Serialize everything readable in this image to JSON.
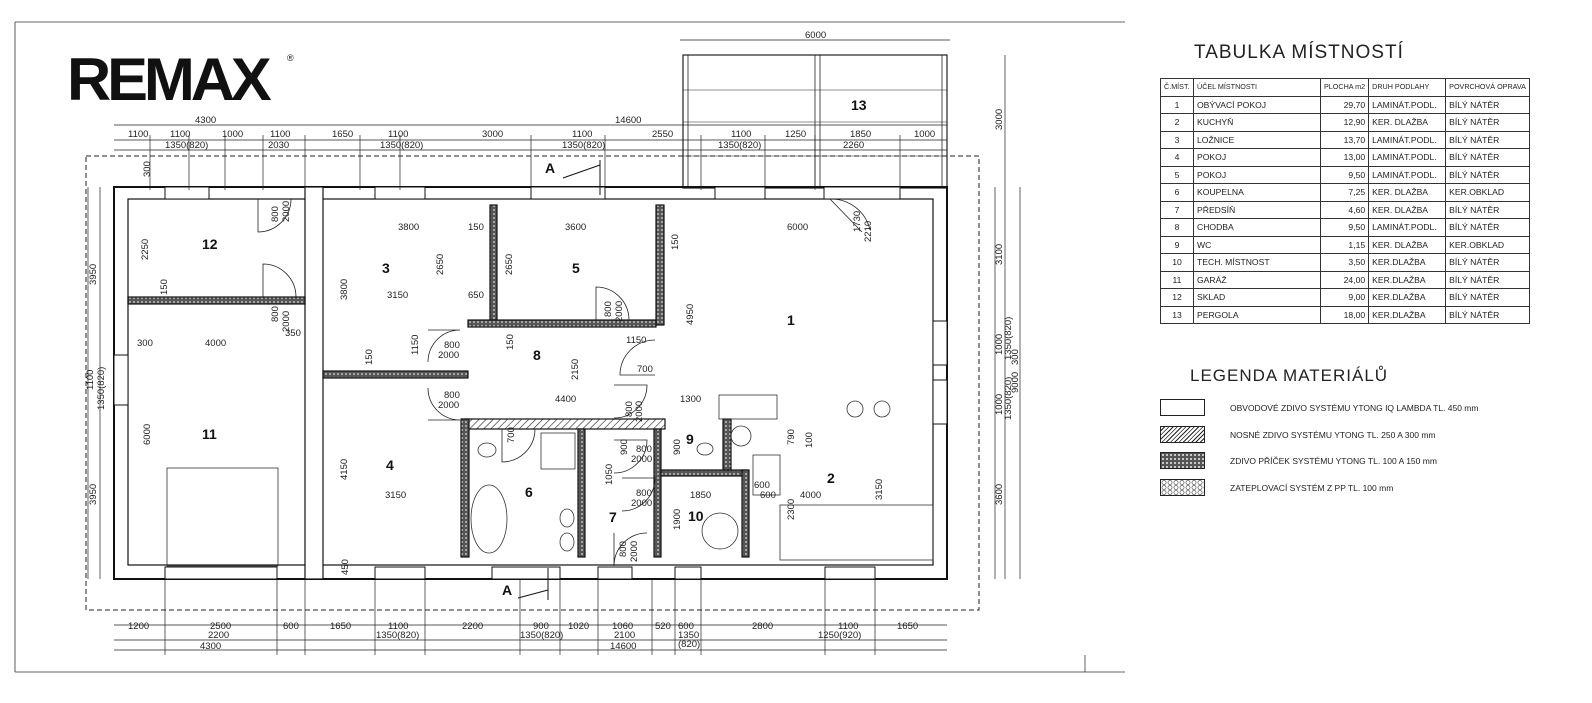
{
  "brand": "RE/MAX",
  "logo": {
    "text": "REMAX",
    "mark": "®"
  },
  "section_marker": {
    "label": "A"
  },
  "table": {
    "title": "TABULKA MÍSTNOSTÍ",
    "headers": [
      "Č.MÍST.",
      "ÚČEL MÍSTNOSTI",
      "PLOCHA m2",
      "DRUH PODLAHY",
      "POVRCHOVÁ OPRAVA"
    ],
    "rows": [
      [
        "1",
        "OBÝVACÍ POKOJ",
        "29,70",
        "LAMINÁT.PODL.",
        "BÍLÝ NÁTĚR"
      ],
      [
        "2",
        "KUCHYŇ",
        "12,90",
        "KER. DLAŽBA",
        "BÍLÝ NÁTĚR"
      ],
      [
        "3",
        "LOŽNICE",
        "13,70",
        "LAMINÁT.PODL.",
        "BÍLÝ NÁTĚR"
      ],
      [
        "4",
        "POKOJ",
        "13,00",
        "LAMINÁT.PODL.",
        "BÍLÝ NÁTĚR"
      ],
      [
        "5",
        "POKOJ",
        "9,50",
        "LAMINÁT.PODL.",
        "BÍLÝ NÁTĚR"
      ],
      [
        "6",
        "KOUPELNA",
        "7,25",
        "KER. DLAŽBA",
        "KER.OBKLAD"
      ],
      [
        "7",
        "PŘEDSÍŇ",
        "4,60",
        "KER. DLAŽBA",
        "BÍLÝ NÁTĚR"
      ],
      [
        "8",
        "CHODBA",
        "9,50",
        "LAMINÁT.PODL.",
        "BÍLÝ NÁTĚR"
      ],
      [
        "9",
        "WC",
        "1,15",
        "KER. DLAŽBA",
        "KER.OBKLAD"
      ],
      [
        "10",
        "TECH. MÍSTNOST",
        "3,50",
        "KER.DLAŽBA",
        "BÍLÝ NÁTĚR"
      ],
      [
        "11",
        "GARÁŽ",
        "24,00",
        "KER.DLAŽBA",
        "BÍLÝ NÁTĚR"
      ],
      [
        "12",
        "SKLAD",
        "9,00",
        "KER.DLAŽBA",
        "BÍLÝ NÁTĚR"
      ],
      [
        "13",
        "PERGOLA",
        "18,00",
        "KER.DLAŽBA",
        "BÍLÝ NÁTĚR"
      ]
    ]
  },
  "legend": {
    "title": "LEGENDA MATERIÁLŮ",
    "items": [
      {
        "pattern": "plain",
        "text": "OBVODOVÉ ZDIVO SYSTÉMU YTONG IQ LAMBDA TL. 450 mm"
      },
      {
        "pattern": "hatch",
        "text": "NOSNÉ ZDIVO SYSTÉMU YTONG TL. 250 A 300 mm"
      },
      {
        "pattern": "dots",
        "text": "ZDIVO PŘÍČEK SYSTÉMU YTONG TL. 100 A 150 mm"
      },
      {
        "pattern": "scales",
        "text": "ZATEPLOVACÍ SYSTÉM Z PP TL. 100 mm"
      }
    ]
  },
  "rooms": {
    "r1": "1",
    "r2": "2",
    "r3": "3",
    "r4": "4",
    "r5": "5",
    "r6": "6",
    "r7": "7",
    "r8": "8",
    "r9": "9",
    "r10": "10",
    "r11": "11",
    "r12": "12",
    "r13": "13"
  },
  "dims": {
    "top_overall": "14600",
    "top_left": "4300",
    "top_pergola": "6000",
    "top_row": [
      "1100",
      "1100",
      "1000",
      "1100",
      "1650",
      "1100",
      "3000",
      "1100",
      "2550",
      "1100",
      "1250",
      "1850",
      "1000"
    ],
    "top_sub": [
      "1350(820)",
      "2030",
      "1350(820)",
      "1350(820)",
      "1350(820)",
      "2260"
    ],
    "bottom_row": [
      "1200",
      "2500",
      "600",
      "1650",
      "1100",
      "2200",
      "900",
      "1020",
      "1060",
      "520",
      "600",
      "2800",
      "1100",
      "1650"
    ],
    "bottom_sub": [
      "2200",
      "1350(820)",
      "1350(820)",
      "2100",
      "1350",
      "(820)",
      "1250(920)"
    ],
    "bottom_overall": "14600",
    "bottom_left": "4300",
    "left_outer": [
      "3950",
      "3950"
    ],
    "left_inner": [
      "1100",
      "1350(820)"
    ],
    "right_outer": [
      "3000",
      "3100",
      "3600"
    ],
    "right_inner": [
      "9000",
      "300",
      "1000",
      "1350(820)",
      "1000",
      "1350(820)"
    ],
    "interior": {
      "d3800": "3800",
      "d150a": "150",
      "d3600": "3600",
      "d6000": "6000",
      "d2250": "2250",
      "d2650a": "2650",
      "d2650b": "2650",
      "d3800v": "3800",
      "d3150a": "3150",
      "d650": "650",
      "d150b": "150",
      "d4950": "4950",
      "d300": "300",
      "d4000": "4000",
      "d350": "350",
      "d1150a": "1150",
      "d1150b": "1150",
      "d150c": "150",
      "d2150": "2150",
      "d700a": "700",
      "d4400": "4400",
      "d1300": "1300",
      "d6000v": "6000",
      "d4150": "4150",
      "d3150b": "3150",
      "d700b": "700",
      "d1050": "1050",
      "d1850": "1850",
      "d1900": "1900",
      "d900": "900",
      "d2300": "2300",
      "d4000b": "4000",
      "d3150c": "3150",
      "d600": "600",
      "d790": "790",
      "d100": "100",
      "d450s": "450",
      "d150d": "150",
      "d150e": "150",
      "d300b": "300"
    },
    "doors": {
      "dr12a": "800",
      "dr12a2": "2000",
      "dr12b": "800",
      "dr12b2": "2000",
      "dr1": "1730",
      "dr1b": "2210",
      "dr5": "800",
      "dr5b": "2000",
      "dr3": "800",
      "dr3b": "2000",
      "dr4": "800",
      "dr4b": "2000",
      "dr8": "800",
      "dr8b": "2000",
      "dr9": "800",
      "dr9b": "2000",
      "dr7": "800",
      "dr7b": "2000",
      "dr7c": "800",
      "dr7d": "2000",
      "dr10": "900",
      "dr2": "600"
    }
  }
}
